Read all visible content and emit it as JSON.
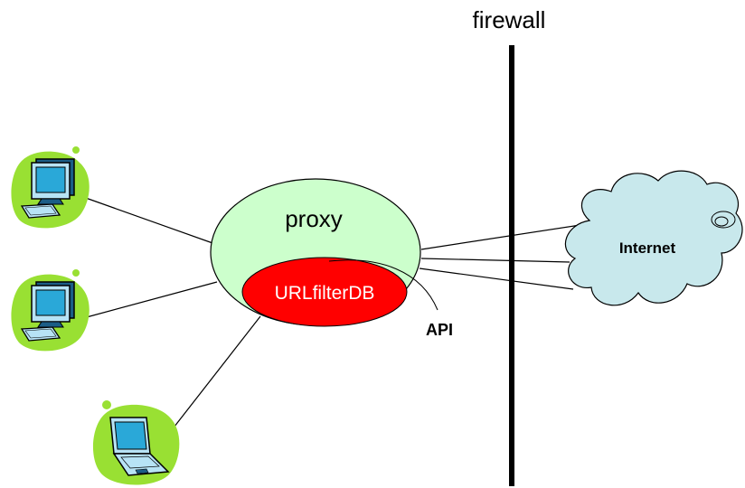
{
  "labels": {
    "firewall": "firewall",
    "proxy": "proxy",
    "db": "URLfilterDB",
    "api": "API",
    "internet": "Internet"
  },
  "colors": {
    "proxy_fill": "#ccffcc",
    "db_fill": "#ff0000",
    "cloud_fill": "#c8e8ec",
    "client_blob": "#99e033",
    "monitor": "#2aa8d8",
    "firewall": "#000000"
  },
  "icons": {
    "clients": [
      "desktop-computer-icon",
      "desktop-computer-icon",
      "laptop-icon"
    ],
    "internet": "cloud-icon"
  }
}
